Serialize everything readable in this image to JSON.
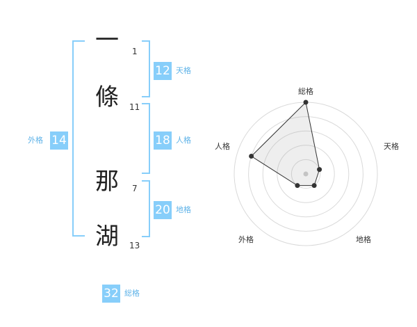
{
  "name": {
    "chars": [
      {
        "char": "一",
        "strokes": "1"
      },
      {
        "char": "條",
        "strokes": "11"
      },
      {
        "char": "那",
        "strokes": "7"
      },
      {
        "char": "湖",
        "strokes": "13"
      }
    ]
  },
  "fortunes": {
    "tenkaku": {
      "value": "12",
      "label": "天格"
    },
    "jinkaku": {
      "value": "18",
      "label": "人格"
    },
    "chikaku": {
      "value": "20",
      "label": "地格"
    },
    "gaikaku": {
      "value": "14",
      "label": "外格"
    },
    "soukaku": {
      "value": "32",
      "label": "総格"
    }
  },
  "colors": {
    "accent": "#87cefa",
    "accent_text": "#5fb3e8",
    "kanji": "#222222"
  },
  "chart_data": {
    "type": "radar",
    "axes": [
      "総格",
      "天格",
      "地格",
      "外格",
      "人格"
    ],
    "values": [
      5,
      1,
      1,
      1,
      4
    ],
    "max": 5,
    "rings": 5
  }
}
